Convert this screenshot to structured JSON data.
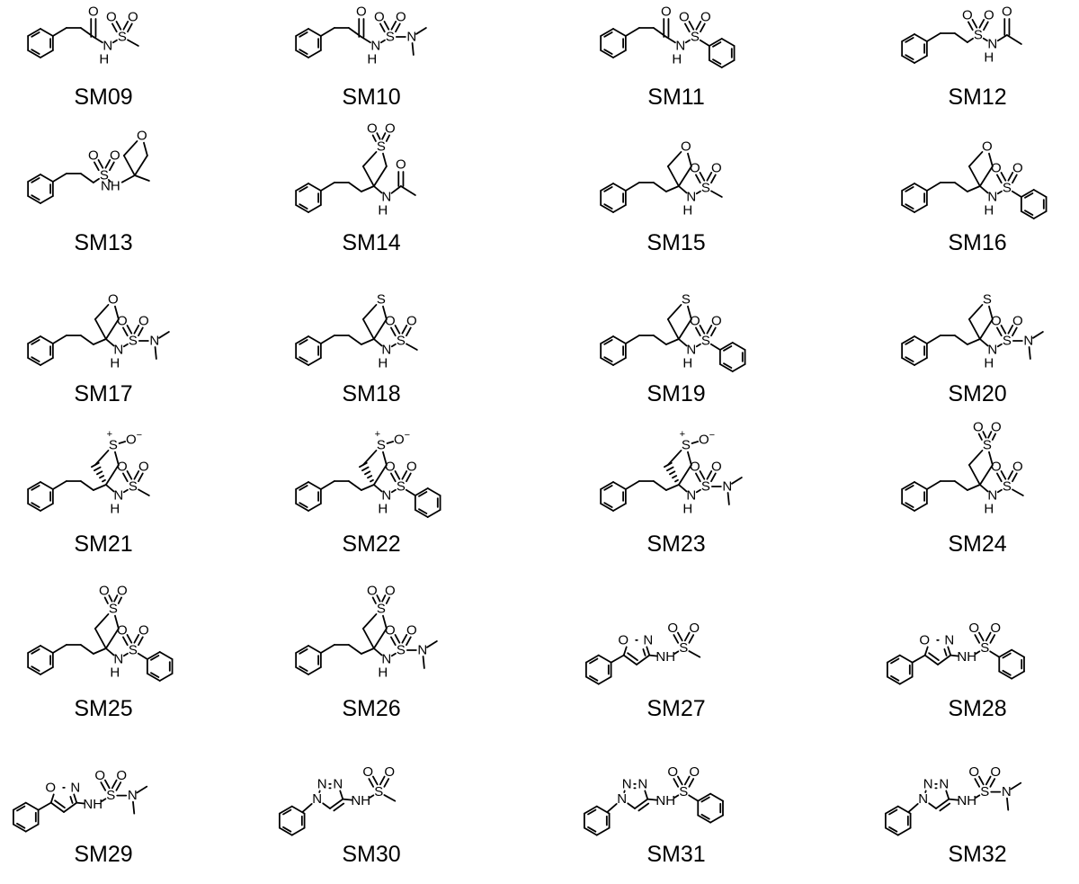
{
  "compounds": [
    {
      "id": "SM09",
      "label": "SM09",
      "structure": "ph_ch2ch2_conh_so2me"
    },
    {
      "id": "SM10",
      "label": "SM10",
      "structure": "ph_ch2ch2_conh_so2nme2"
    },
    {
      "id": "SM11",
      "label": "SM11",
      "structure": "ph_ch2ch2_conh_so2ph"
    },
    {
      "id": "SM12",
      "label": "SM12",
      "structure": "ph_ch2ch2_so2nh_ac"
    },
    {
      "id": "SM13",
      "label": "SM13",
      "structure": "ph_ch2ch2_so2nh_methyloxetane"
    },
    {
      "id": "SM14",
      "label": "SM14",
      "structure": "thietane_dioxide_nhac"
    },
    {
      "id": "SM15",
      "label": "SM15",
      "structure": "oxetane_nhso2me"
    },
    {
      "id": "SM16",
      "label": "SM16",
      "structure": "oxetane_nhso2ph"
    },
    {
      "id": "SM17",
      "label": "SM17",
      "structure": "oxetane_nhso2nme2"
    },
    {
      "id": "SM18",
      "label": "SM18",
      "structure": "thietane_nhso2me"
    },
    {
      "id": "SM19",
      "label": "SM19",
      "structure": "thietane_nhso2ph"
    },
    {
      "id": "SM20",
      "label": "SM20",
      "structure": "thietane_nhso2nme2"
    },
    {
      "id": "SM21",
      "label": "SM21",
      "structure": "thietane_oxide_nhso2me"
    },
    {
      "id": "SM22",
      "label": "SM22",
      "structure": "thietane_oxide_nhso2ph"
    },
    {
      "id": "SM23",
      "label": "SM23",
      "structure": "thietane_oxide_nhso2nme2"
    },
    {
      "id": "SM24",
      "label": "SM24",
      "structure": "thietane_dioxide_nhso2me"
    },
    {
      "id": "SM25",
      "label": "SM25",
      "structure": "thietane_dioxide_nhso2ph"
    },
    {
      "id": "SM26",
      "label": "SM26",
      "structure": "thietane_dioxide_nhso2nme2"
    },
    {
      "id": "SM27",
      "label": "SM27",
      "structure": "isoxazole_nhso2me"
    },
    {
      "id": "SM28",
      "label": "SM28",
      "structure": "isoxazole_nhso2ph"
    },
    {
      "id": "SM29",
      "label": "SM29",
      "structure": "isoxazole_nhso2nme2"
    },
    {
      "id": "SM30",
      "label": "SM30",
      "structure": "triazole_nhso2me"
    },
    {
      "id": "SM31",
      "label": "SM31",
      "structure": "triazole_nhso2ph"
    },
    {
      "id": "SM32",
      "label": "SM32",
      "structure": "triazole_nhso2nme2"
    }
  ],
  "atom_labels": {
    "O": "O",
    "S": "S",
    "N": "N",
    "NH": "NH",
    "H": "H",
    "S_plus": "S",
    "O_minus": "O",
    "plus": "+",
    "minus": "−"
  }
}
